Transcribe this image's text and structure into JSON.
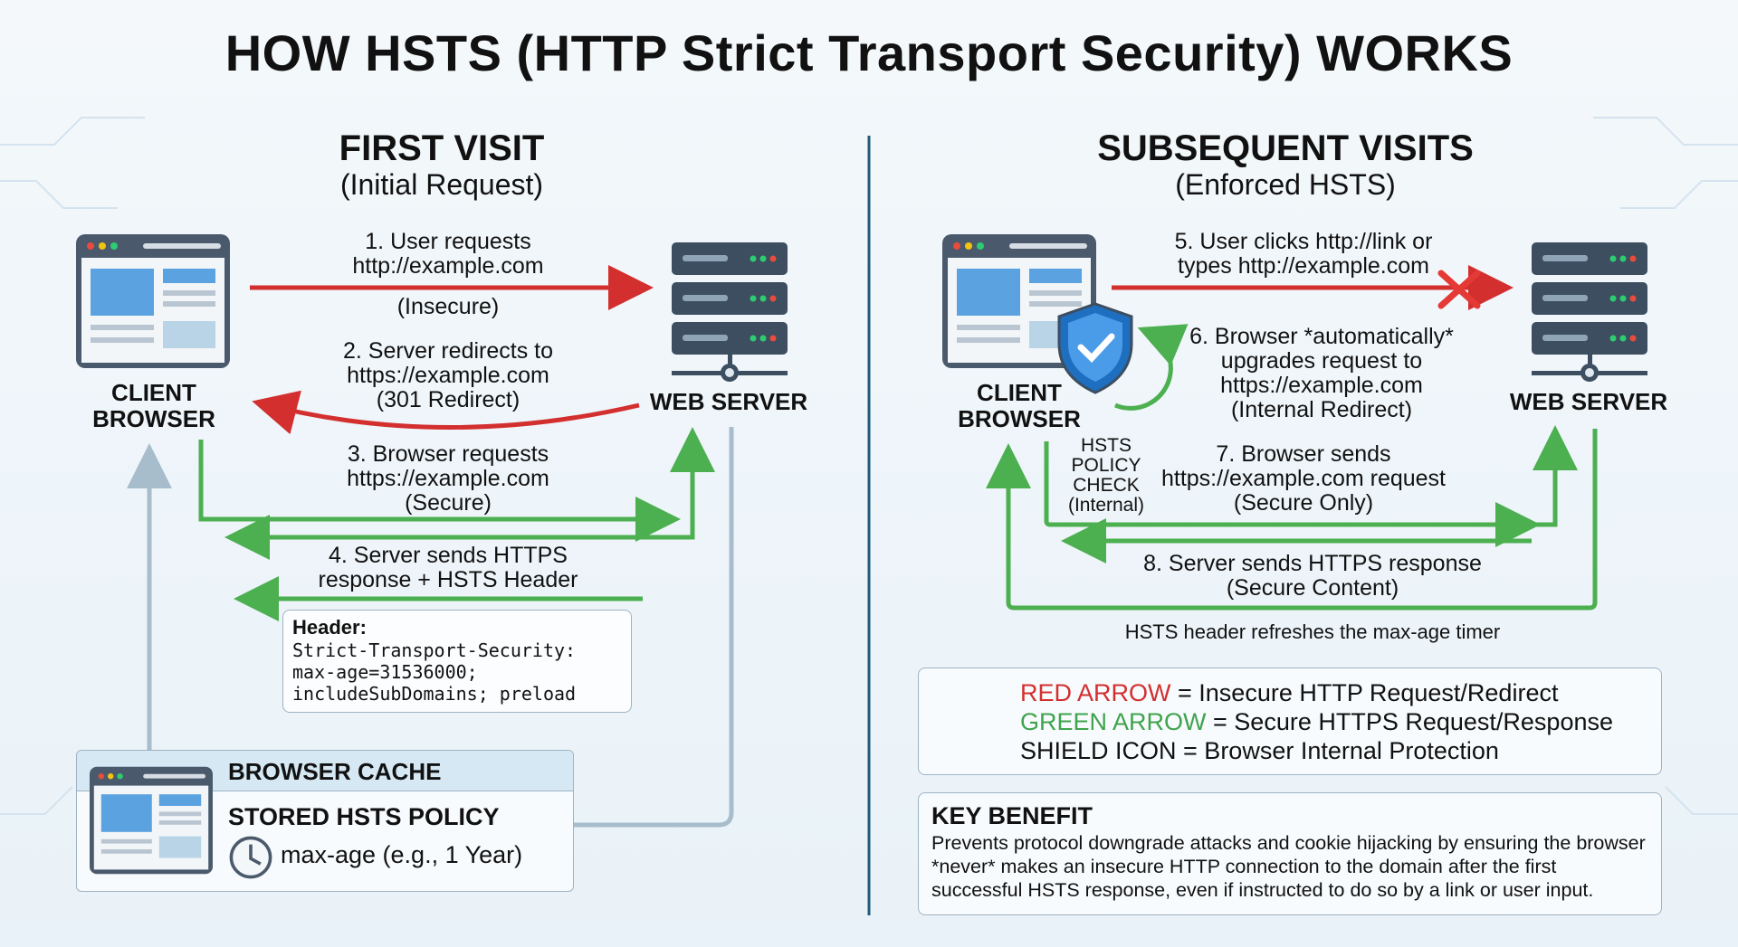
{
  "title": "HOW HSTS (HTTP Strict Transport Security) WORKS",
  "first_visit": {
    "title": "FIRST VISIT",
    "subtitle": "(Initial Request)",
    "client_label": [
      "CLIENT",
      "BROWSER"
    ],
    "server_label": "WEB SERVER",
    "step1": [
      "1. User requests",
      "http://example.com",
      "(Insecure)"
    ],
    "step2": [
      "2. Server redirects to",
      "https://example.com",
      "(301 Redirect)"
    ],
    "step3": [
      "3. Browser requests",
      "https://example.com",
      "(Secure)"
    ],
    "step4": [
      "4. Server sends HTTPS",
      "response + HSTS Header"
    ],
    "header_box": {
      "title": "Header:",
      "code": "Strict-Transport-Security:\nmax-age=31536000;\nincludeSubDomains; preload"
    },
    "cache": {
      "title": "BROWSER CACHE",
      "policy": "STORED HSTS POLICY",
      "max_age": "max-age (e.g., 1 Year)"
    }
  },
  "subsequent": {
    "title": "SUBSEQUENT VISITS",
    "subtitle": "(Enforced HSTS)",
    "client_label": [
      "CLIENT",
      "BROWSER"
    ],
    "server_label": "WEB SERVER",
    "step5": [
      "5. User clicks http://link or",
      "types http://example.com"
    ],
    "step6": [
      "6. Browser *automatically*",
      "upgrades request to",
      "https://example.com",
      "(Internal Redirect)"
    ],
    "hsts_check": [
      "HSTS",
      "POLICY",
      "CHECK",
      "(Internal)"
    ],
    "step7": [
      "7. Browser sends",
      "https://example.com request",
      "(Secure Only)"
    ],
    "step8": [
      "8. Server sends HTTPS response",
      "(Secure Content)"
    ],
    "refresh_note": "HSTS header refreshes the max-age timer"
  },
  "legend": {
    "red_key": "RED ARROW",
    "red_desc": " = Insecure HTTP Request/Redirect",
    "green_key": "GREEN ARROW",
    "green_desc": " = Secure HTTPS Request/Response",
    "shield_desc": "SHIELD ICON = Browser Internal Protection"
  },
  "key_benefit": {
    "title": "KEY BENEFIT",
    "text": "Prevents protocol downgrade attacks and cookie hijacking by ensuring the browser *never* makes an insecure HTTP connection to the domain after the first successful HSTS response, even if instructed to do so by a link or user input."
  },
  "colors": {
    "red": "#d32f2f",
    "green": "#4caf50",
    "gray_arrow": "#a7bdcc",
    "divider": "#1e5b7a",
    "shield": "#1e6fc0"
  },
  "icons": [
    "browser-window-icon",
    "server-stack-icon",
    "shield-check-icon",
    "padlock-icon",
    "clock-icon",
    "cross-icon",
    "refresh-arrow-icon"
  ]
}
